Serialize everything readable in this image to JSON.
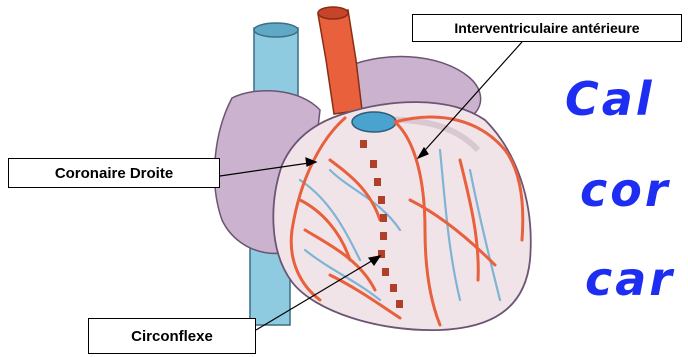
{
  "labels": {
    "interventriculaire": "Interventriculaire antérieure",
    "coronaire_droite": "Coronaire Droite",
    "circonflexe": "Circonflexe"
  },
  "title_lines": [
    "Cal",
    "cor",
    "car"
  ],
  "colors": {
    "artery": "#e8603c",
    "vena_cava": "#8ecae0",
    "heart_tissue": "#cbb3cf",
    "ventricle": "#f1e4e9",
    "title": "#1d2ef2"
  }
}
